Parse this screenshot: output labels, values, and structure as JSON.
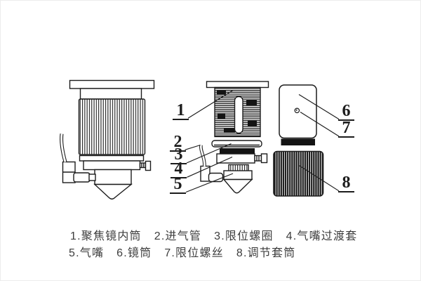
{
  "meta": {
    "background_color": "#ffffff",
    "line_color": "#1c1c1c",
    "text_color": "#3d3d3d"
  },
  "callouts": [
    "1",
    "2",
    "3",
    "4",
    "5",
    "6",
    "7",
    "8"
  ],
  "legend": {
    "row1": [
      "1.聚焦镜内筒",
      "2.进气管",
      "3.限位螺圈",
      "4.气嘴过渡套"
    ],
    "row2": [
      "5.气嘴",
      "6.镜筒",
      "7.限位螺丝",
      "8.调节套筒"
    ]
  }
}
